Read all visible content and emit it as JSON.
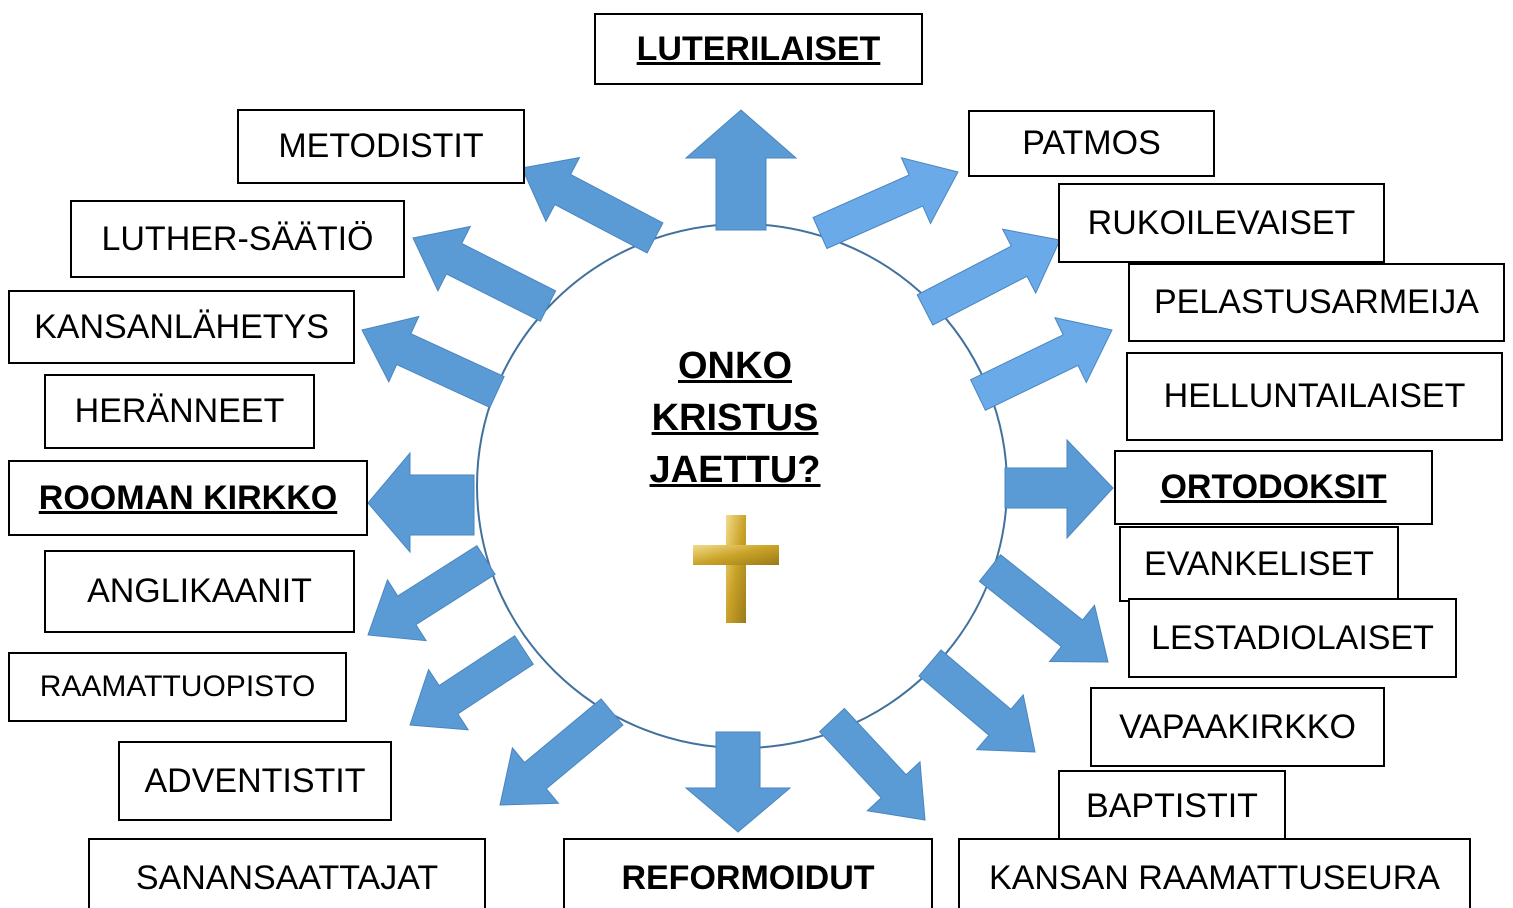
{
  "center": {
    "line1": "ONKO",
    "line2": "KRISTUS",
    "line3": "JAETTU?",
    "icon": "cross-icon"
  },
  "boxes": {
    "luterilaiset": "LUTERILAISET",
    "metodistit": "METODISTIT",
    "luther_saatio": "LUTHER-SÄÄTIÖ",
    "kansanlahetys": "KANSANLÄHETYS",
    "heranneet": "HERÄNNEET",
    "rooman_kirkko": "ROOMAN KIRKKO",
    "anglikaanit": "ANGLIKAANIT",
    "raamattuopisto": "RAAMATTUOPISTO",
    "adventistit": "ADVENTISTIT",
    "sanansaattajat": "SANANSAATTAJAT",
    "reformoidut": "REFORMOIDUT",
    "kansan_raamattuseura": "KANSAN RAAMATTUSEURA",
    "baptistit": "BAPTISTIT",
    "vapaakirkko": "VAPAAKIRKKO",
    "lestadiolaiset": "LESTADIOLAISET",
    "evankeliset": "EVANKELISET",
    "ortodoksit": "ORTODOKSIT",
    "helluntailaiset": "HELLUNTAILAISET",
    "pelastusarmeija": "PELASTUSARMEIJA",
    "rukoilevaiset": "RUKOILEVAISET",
    "patmos": "PATMOS"
  },
  "colors": {
    "arrow_main": "#5b9bd5",
    "arrow_light": "#6aaae8",
    "circle_stroke": "#41719c",
    "cross": "#c9a227"
  }
}
